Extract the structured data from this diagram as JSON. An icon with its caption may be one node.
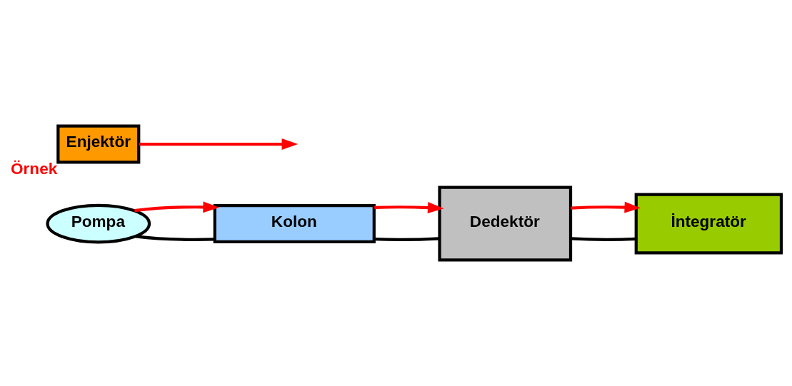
{
  "diagram": {
    "nodes": [
      {
        "text": [
          "Pompa"
        ]
      },
      {
        "text": [
          "Enjektör"
        ],
        "beside": [
          "Örnek"
        ]
      },
      {
        "text": [
          "Kolon"
        ]
      },
      {
        "text": [
          "Dedektör"
        ]
      },
      {
        "text": [
          "İntegratör"
        ]
      }
    ],
    "edges": [
      {
        "from": 0,
        "to": 2,
        "arrow": "none",
        "color": "#000000"
      },
      {
        "from": 2,
        "to": 3,
        "arrow": "none",
        "color": "#000000"
      },
      {
        "from": 3,
        "to": 4,
        "arrow": "none",
        "color": "#000000"
      },
      {
        "from": 1,
        "to": null,
        "arrow": "to",
        "color": "#ff0000"
      },
      {
        "from": 0,
        "to": 2,
        "arrow": "to",
        "color": "#ff0000"
      },
      {
        "from": 2,
        "to": 3,
        "arrow": "to",
        "color": "#ff0000"
      },
      {
        "from": 3,
        "to": 4,
        "arrow": "to",
        "color": "#ff0000"
      }
    ]
  }
}
